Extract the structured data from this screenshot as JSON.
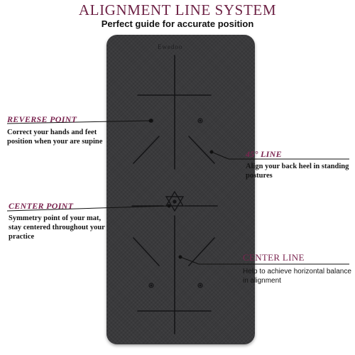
{
  "header": {
    "title": "ALIGNMENT LINE SYSTEM",
    "subtitle": "Perfect guide for accurate position"
  },
  "mat": {
    "brand": "Ewedoo"
  },
  "callouts": {
    "reverse_point": {
      "label": "REVERSE POINT",
      "description_1": "Correct your hands and feet",
      "description_2": "position when your are supine"
    },
    "line_45": {
      "label": "45° LINE",
      "description_1": "Align your back heel in standing",
      "description_2": "postures"
    },
    "center_point": {
      "label": "CENTER POINT",
      "description_1": "Symmetry point of your mat,",
      "description_2": "stay centered throughout your",
      "description_3": "practice"
    },
    "center_line": {
      "label": "CENTER LINE",
      "description_1": "Help to achieve horizontal balance",
      "description_2": "in alignment"
    }
  },
  "colors": {
    "accent": "#7b2550",
    "mat": "#3a3a3c",
    "mat_lines": "#151517"
  }
}
